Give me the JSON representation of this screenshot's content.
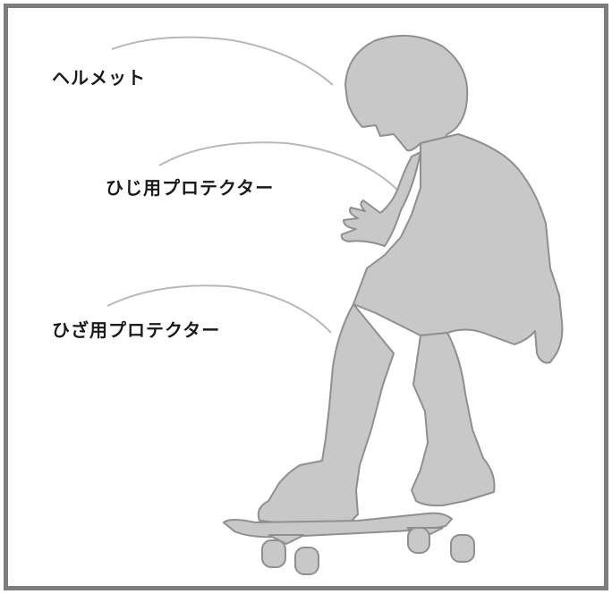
{
  "labels": {
    "helmet": "ヘルメット",
    "elbow_protector": "ひじ用プロテクター",
    "knee_protector": "ひざ用プロテクター"
  },
  "colors": {
    "silhouette_fill": "#c8c8c8",
    "silhouette_outline": "#8f8f8f",
    "pointer_line": "#b8b8b8",
    "frame": "#7d7d7d"
  }
}
